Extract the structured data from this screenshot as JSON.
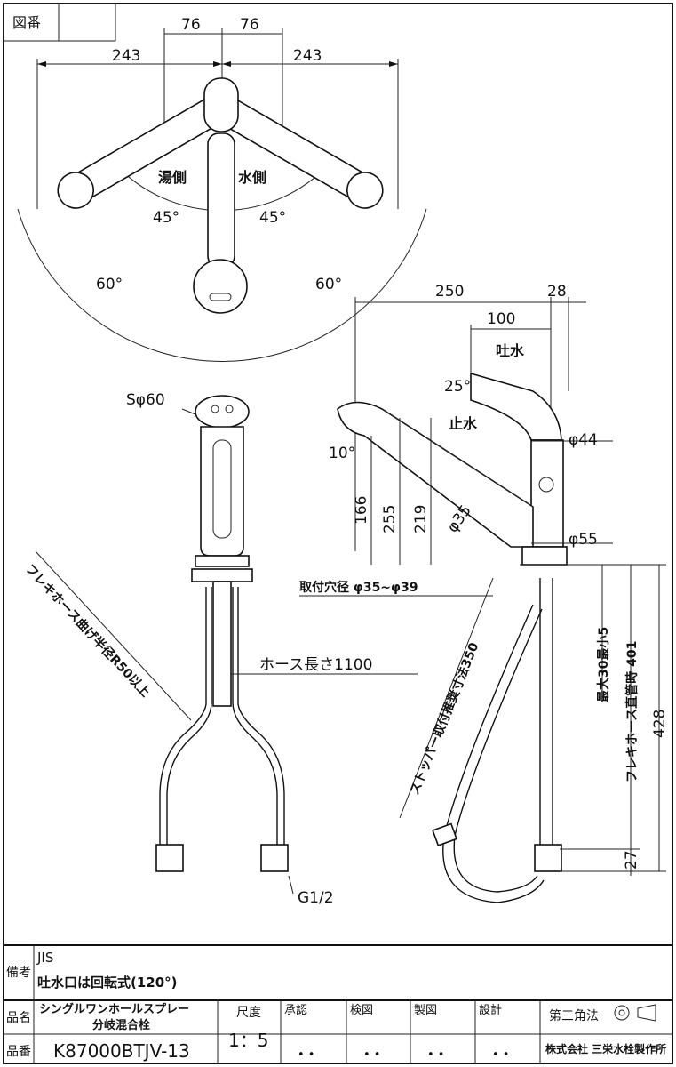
{
  "header": {
    "drawing_no_label": "図番"
  },
  "top_view": {
    "dim_left": "243",
    "dim_right": "243",
    "dim_mid_left": "76",
    "dim_mid_right": "76",
    "hot_side": "湯側",
    "cold_side": "水側",
    "angle_45_left": "45°",
    "angle_45_right": "45°",
    "angle_60_left": "60°",
    "angle_60_right": "60°"
  },
  "front_view": {
    "sphere": "Sφ60",
    "flex_hose_bend": "フレキホース曲げ半径R50以上",
    "hose_length": "ホース長さ1100",
    "thread": "G1/2"
  },
  "side_view": {
    "dim_250": "250",
    "dim_28": "28",
    "dim_100": "100",
    "spout_water": "吐水",
    "stop_water": "止水",
    "angle_25": "25°",
    "angle_10": "10°",
    "dim_phi44": "φ44",
    "dim_166": "166",
    "dim_255": "255",
    "dim_219": "219",
    "dim_phi35": "φ35",
    "dim_phi55": "φ55",
    "mount_hole": "取付穴径 φ35~φ39",
    "stopper": "ストッパー取付推奨寸法350",
    "max_30": "最大30最小5",
    "flex_straight": "フレキホース直管時 401",
    "dim_428": "428",
    "dim_27": "27"
  },
  "title_block": {
    "remarks_label": "備考",
    "remarks_line1": "JIS",
    "remarks_line2": "吐水口は回転式(120°)",
    "name_label": "品名",
    "name_line1": "シングルワンホールスプレー",
    "name_line2": "分岐混合栓",
    "scale_label": "尺度",
    "scale_value": "1：5",
    "approve_label": "承認",
    "check_label": "検図",
    "draft_label": "製図",
    "design_label": "設計",
    "dots": "•    •",
    "projection_label": "第三角法",
    "number_label": "品番",
    "number_value": "K87000BTJV-13",
    "company": "株式会社 三栄水栓製作所"
  }
}
